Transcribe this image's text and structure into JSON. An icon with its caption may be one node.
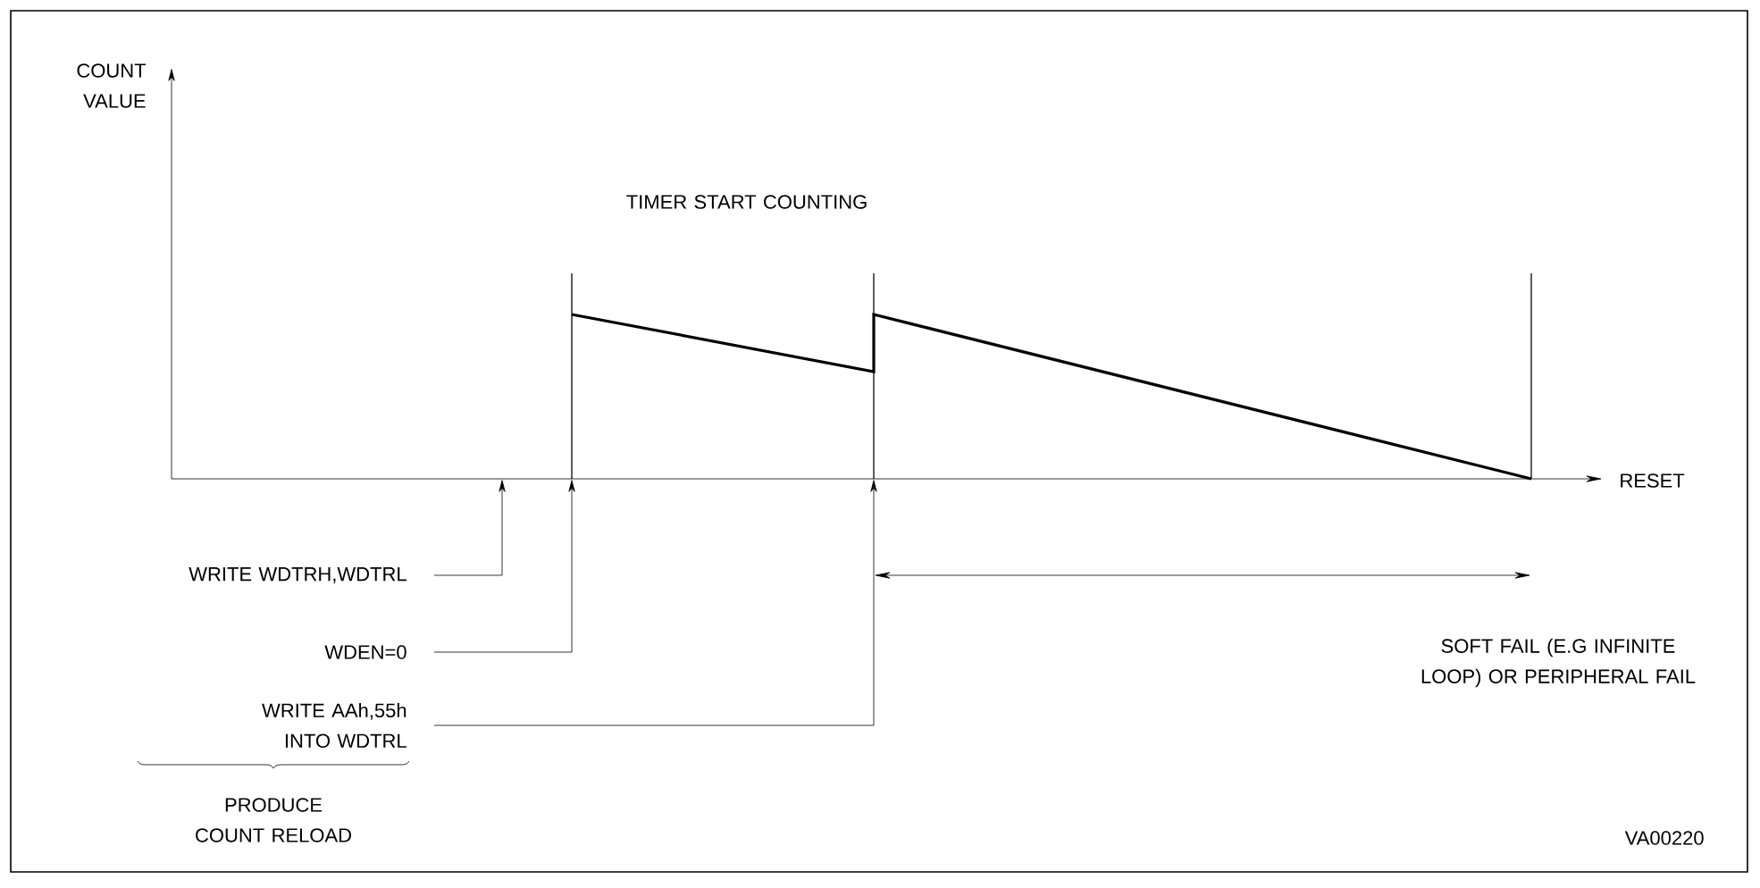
{
  "diagram": {
    "nodes": [
      {
        "text": [
          "WRITE WDTRH,WDTRL"
        ]
      },
      {
        "text": [
          "WDEN=0"
        ]
      },
      {
        "text": [
          "WRITE AAh,55h INTO WDTRL"
        ]
      },
      {
        "text": [],
        "shape": "line"
      },
      {
        "text": [],
        "shape": "line"
      },
      {
        "text": [],
        "shape": "line"
      }
    ],
    "edges": [
      {
        "from": 0,
        "to": null,
        "arrow": "to"
      },
      {
        "from": 1,
        "to": 3,
        "arrow": "to"
      },
      {
        "from": 2,
        "to": 4,
        "arrow": "to"
      }
    ],
    "labels": [
      "COUNT VALUE",
      "TIMER START COUNTING",
      "RESET",
      "PRODUCE COUNT RELOAD",
      "SOFT FAIL (E.G INFINITE LOOP) OR PERIPHERAL FAIL",
      "VA00220"
    ]
  }
}
